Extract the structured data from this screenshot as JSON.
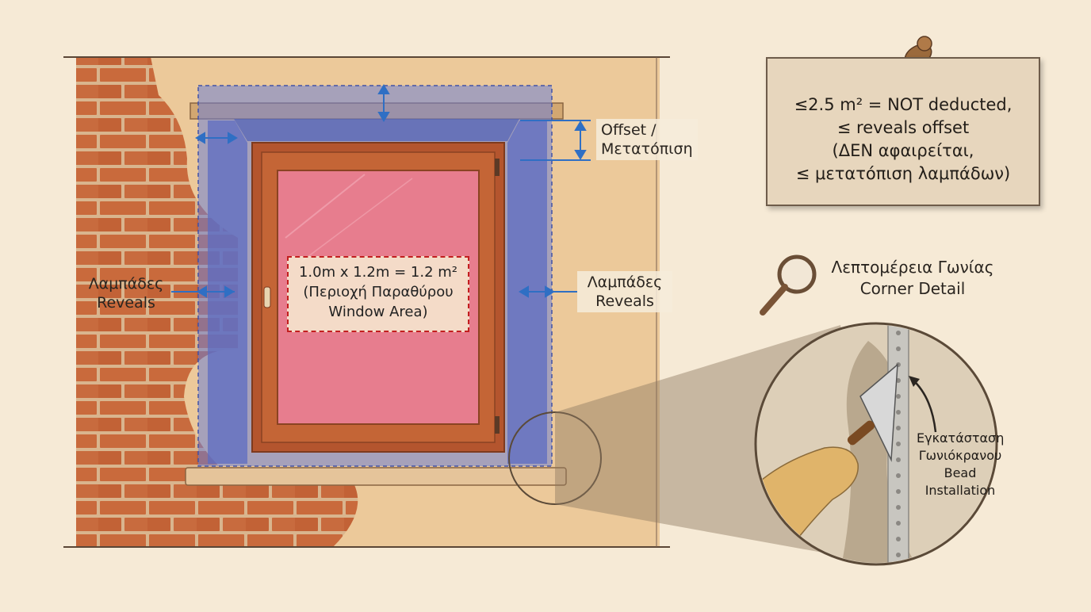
{
  "labels": {
    "offset": [
      "Offset /",
      "Μετατόπιση"
    ],
    "reveals_left": [
      "Λαμπάδες",
      "Reveals"
    ],
    "reveals_right": [
      "Λαμπάδες",
      "Reveals"
    ],
    "window_area": [
      "1.0m x 1.2m = 1.2 m²",
      "(Περιοχή Παραθύρου",
      "Window Area)"
    ],
    "corner_detail": [
      "Λεπτομέρεια Γωνίας",
      "Corner Detail"
    ],
    "bead_install": [
      "Εγκατάσταση",
      "Γωνιόκρανου",
      "Bead",
      "Installation"
    ]
  },
  "note": {
    "lines": [
      "≤2.5 m² = NOT deducted,",
      "≤ reveals offset",
      "(ΔΕΝ αφαιρείται,",
      "≤ μετατόπιση λαμπάδων)"
    ]
  },
  "icons": {
    "pin": "push-pin-icon",
    "magnifier": "magnifying-glass-icon"
  },
  "colors": {
    "brick": "#c8683a",
    "plaster": "#ecc99a",
    "reveal_blue": "#5a6fc8",
    "window_frame": "#b4552e",
    "glass": "#e77d8e",
    "dimension": "#2f6fc4",
    "area_border": "#c21f1f"
  }
}
